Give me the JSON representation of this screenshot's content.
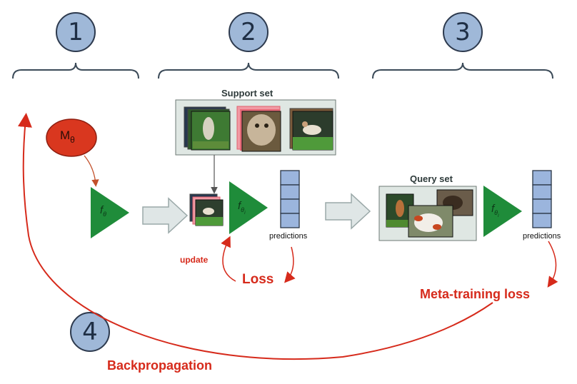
{
  "steps": [
    "1",
    "2",
    "3",
    "4"
  ],
  "model_label": {
    "main": "M",
    "sub": "θ"
  },
  "networks": [
    {
      "main": "f",
      "sub": "θ"
    },
    {
      "main": "f",
      "sub": "θ",
      "subsub": "i"
    },
    {
      "main": "f",
      "sub": "θ",
      "subsub": "i"
    }
  ],
  "support_set_label": "Support set",
  "query_set_label": "Query set",
  "predictions_label": "predictions",
  "update_label": "update",
  "loss_label": "Loss",
  "meta_loss_label": "Meta-training loss",
  "backprop_label": "Backpropagation",
  "colors": {
    "circle_fill": "#9fb8d8",
    "network_green": "#1f8c3a",
    "model_red": "#d9371f",
    "arrow_red": "#d62a1b",
    "vector_blue": "#9bb5dd",
    "panel": "#dfe7e3"
  }
}
